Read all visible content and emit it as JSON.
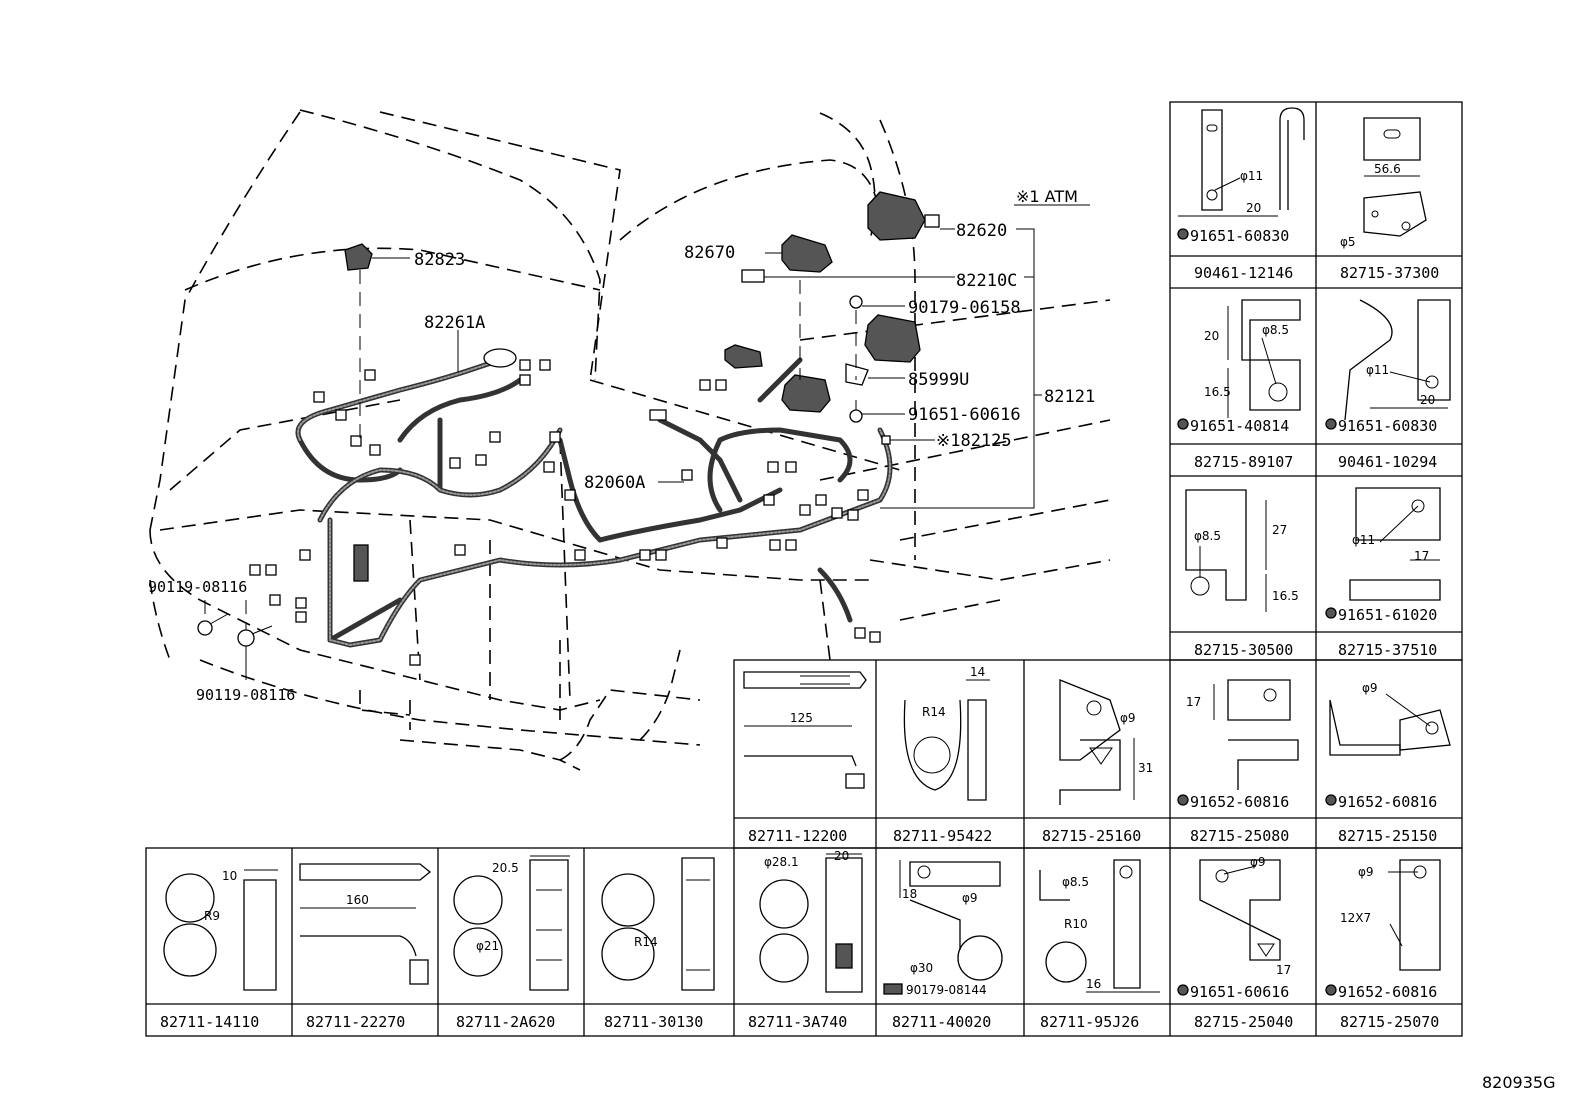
{
  "diagram_code": "820935G",
  "note_atm": "※1 ATM",
  "callouts": {
    "c82823": "82823",
    "c82261A": "82261A",
    "c82670": "82670",
    "c82620": "82620",
    "c82210C": "82210C",
    "c90179_06158": "90179-06158",
    "c85999U": "85999U",
    "c91651_60616": "91651-60616",
    "c82121": "82121",
    "c82125": "※182125",
    "c82060A": "82060A",
    "c90119_a": "90119-08116",
    "c90119_b": "90119-08116"
  },
  "right_grid": [
    {
      "part": "90461-12146",
      "bolt": "91651-60830",
      "dims": [
        "φ11",
        "20"
      ]
    },
    {
      "part": "82715-37300",
      "bolt": "",
      "dims": [
        "56.6",
        "φ5"
      ]
    },
    {
      "part": "82715-89107",
      "bolt": "91651-40814",
      "dims": [
        "20",
        "φ8.5",
        "16.5"
      ]
    },
    {
      "part": "90461-10294",
      "bolt": "91651-60830",
      "dims": [
        "φ11",
        "20"
      ]
    },
    {
      "part": "82715-30500",
      "bolt": "",
      "dims": [
        "φ8.5",
        "27",
        "16.5"
      ]
    },
    {
      "part": "82715-37510",
      "bolt": "91651-61020",
      "dims": [
        "φ11",
        "17"
      ]
    }
  ],
  "middle_row": [
    {
      "part": "82711-12200",
      "bolt": "",
      "dims": [
        "125"
      ]
    },
    {
      "part": "82711-95422",
      "bolt": "",
      "dims": [
        "14",
        "R14"
      ]
    },
    {
      "part": "82715-25160",
      "bolt": "",
      "dims": [
        "φ9",
        "31"
      ]
    },
    {
      "part": "82715-25080",
      "bolt": "91652-60816",
      "dims": [
        "17"
      ]
    },
    {
      "part": "82715-25150",
      "bolt": "91652-60816",
      "dims": [
        "φ9"
      ]
    }
  ],
  "bottom_row": [
    {
      "part": "82711-14110",
      "bolt": "",
      "dims": [
        "10",
        "R9"
      ]
    },
    {
      "part": "82711-22270",
      "bolt": "",
      "dims": [
        "160"
      ]
    },
    {
      "part": "82711-2A620",
      "bolt": "",
      "dims": [
        "20.5",
        "φ21"
      ]
    },
    {
      "part": "82711-30130",
      "bolt": "",
      "dims": [
        "R14"
      ]
    },
    {
      "part": "82711-3A740",
      "bolt": "",
      "dims": [
        "φ28.1",
        "20"
      ]
    },
    {
      "part": "82711-40020",
      "bolt": "90179-08144",
      "dims": [
        "18",
        "φ9",
        "φ30"
      ]
    },
    {
      "part": "82711-95J26",
      "bolt": "",
      "dims": [
        "φ8.5",
        "R10",
        "16"
      ]
    },
    {
      "part": "82715-25040",
      "bolt": "91651-60616",
      "dims": [
        "φ9",
        "17"
      ]
    },
    {
      "part": "82715-25070",
      "bolt": "91652-60816",
      "dims": [
        "φ9",
        "12X7"
      ]
    }
  ]
}
